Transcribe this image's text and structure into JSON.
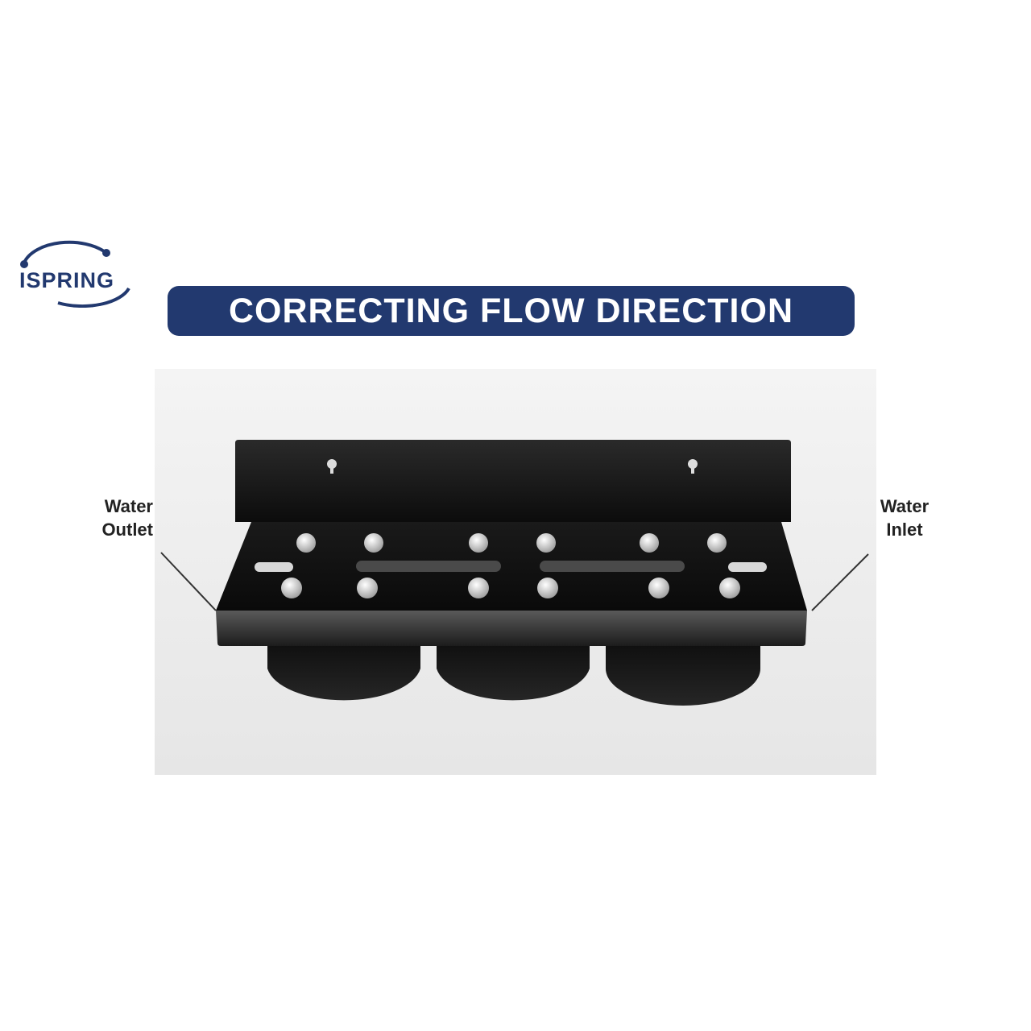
{
  "logo": {
    "text": "ISPRING",
    "color": "#22396f"
  },
  "banner": {
    "title": "CORRECTING FLOW DIRECTION",
    "background": "#22396f",
    "text_color": "#ffffff"
  },
  "labels": {
    "left": {
      "line1": "Water",
      "line2": "Outlet"
    },
    "right": {
      "line1": "Water",
      "line2": "Inlet"
    }
  },
  "product": {
    "name": "triple filter housing mounting bracket",
    "bracket_color": "#111111",
    "screw_color": "#d9d9d9"
  }
}
